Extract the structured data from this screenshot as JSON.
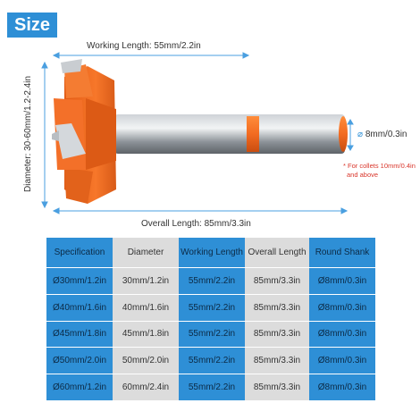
{
  "badge": "Size",
  "dimensions": {
    "working_length": "Working Length: 55mm/2.2in",
    "overall_length": "Overall Length: 85mm/3.3in",
    "diameter": "Diameter: 30-60mm/1.2-2.4in",
    "shank": "8mm/0.3in",
    "note_line1": "* For collets 10mm/0.4in",
    "note_line2": "and above"
  },
  "colors": {
    "accent_blue": "#2e8fd6",
    "cell_gray": "#dcdcdc",
    "bit_orange": "#f26b21",
    "shank_gray": "#9aa0a6",
    "note_red": "#d9362b"
  },
  "table": {
    "headers": [
      "Specification",
      "Diameter",
      "Working Length",
      "Overall Length",
      "Round Shank"
    ],
    "rows": [
      [
        "Ø30mm/1.2in",
        "30mm/1.2in",
        "55mm/2.2in",
        "85mm/3.3in",
        "Ø8mm/0.3in"
      ],
      [
        "Ø40mm/1.6in",
        "40mm/1.6in",
        "55mm/2.2in",
        "85mm/3.3in",
        "Ø8mm/0.3in"
      ],
      [
        "Ø45mm/1.8in",
        "45mm/1.8in",
        "55mm/2.2in",
        "85mm/3.3in",
        "Ø8mm/0.3in"
      ],
      [
        "Ø50mm/2.0in",
        "50mm/2.0in",
        "55mm/2.2in",
        "85mm/3.3in",
        "Ø8mm/0.3in"
      ],
      [
        "Ø60mm/1.2in",
        "60mm/2.4in",
        "55mm/2.2in",
        "85mm/3.3in",
        "Ø8mm/0.3in"
      ]
    ]
  }
}
